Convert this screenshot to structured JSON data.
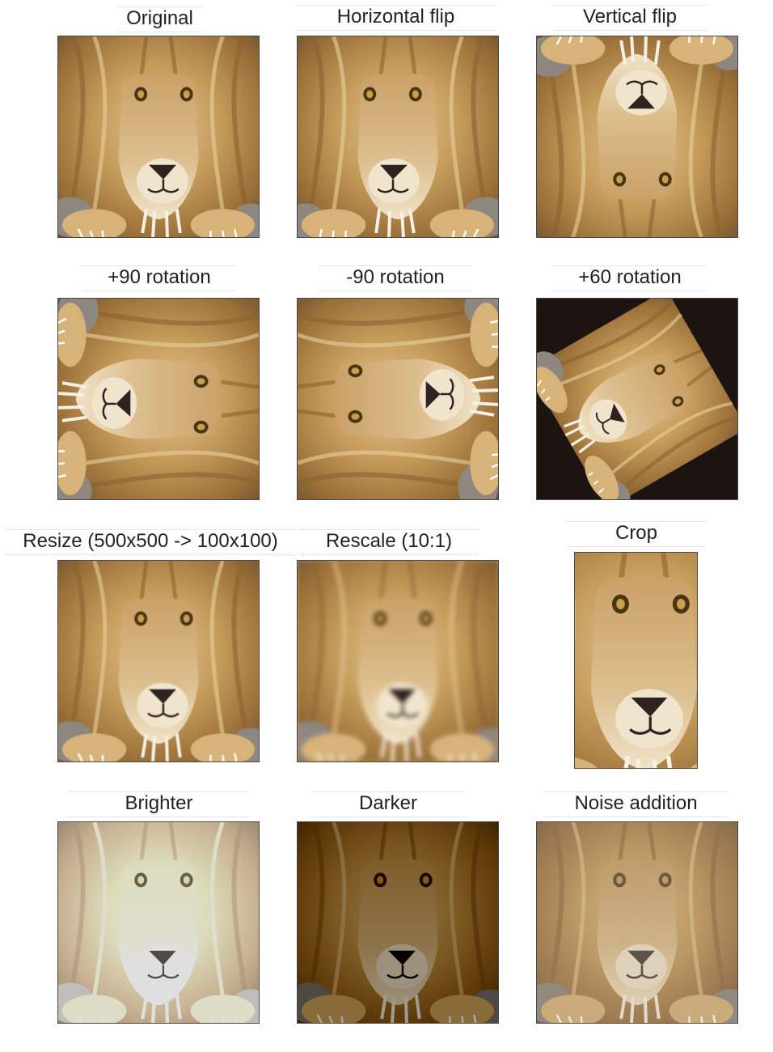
{
  "panels": [
    {
      "label": "Original"
    },
    {
      "label": "Horizontal flip"
    },
    {
      "label": "Vertical flip"
    },
    {
      "label": "+90 rotation"
    },
    {
      "label": "-90 rotation"
    },
    {
      "label": "+60 rotation"
    },
    {
      "label": "Resize (500x500 -> 100x100)"
    },
    {
      "label": "Rescale (10:1)"
    },
    {
      "label": "Crop"
    },
    {
      "label": "Brighter"
    },
    {
      "label": "Darker"
    },
    {
      "label": "Noise addition"
    }
  ]
}
